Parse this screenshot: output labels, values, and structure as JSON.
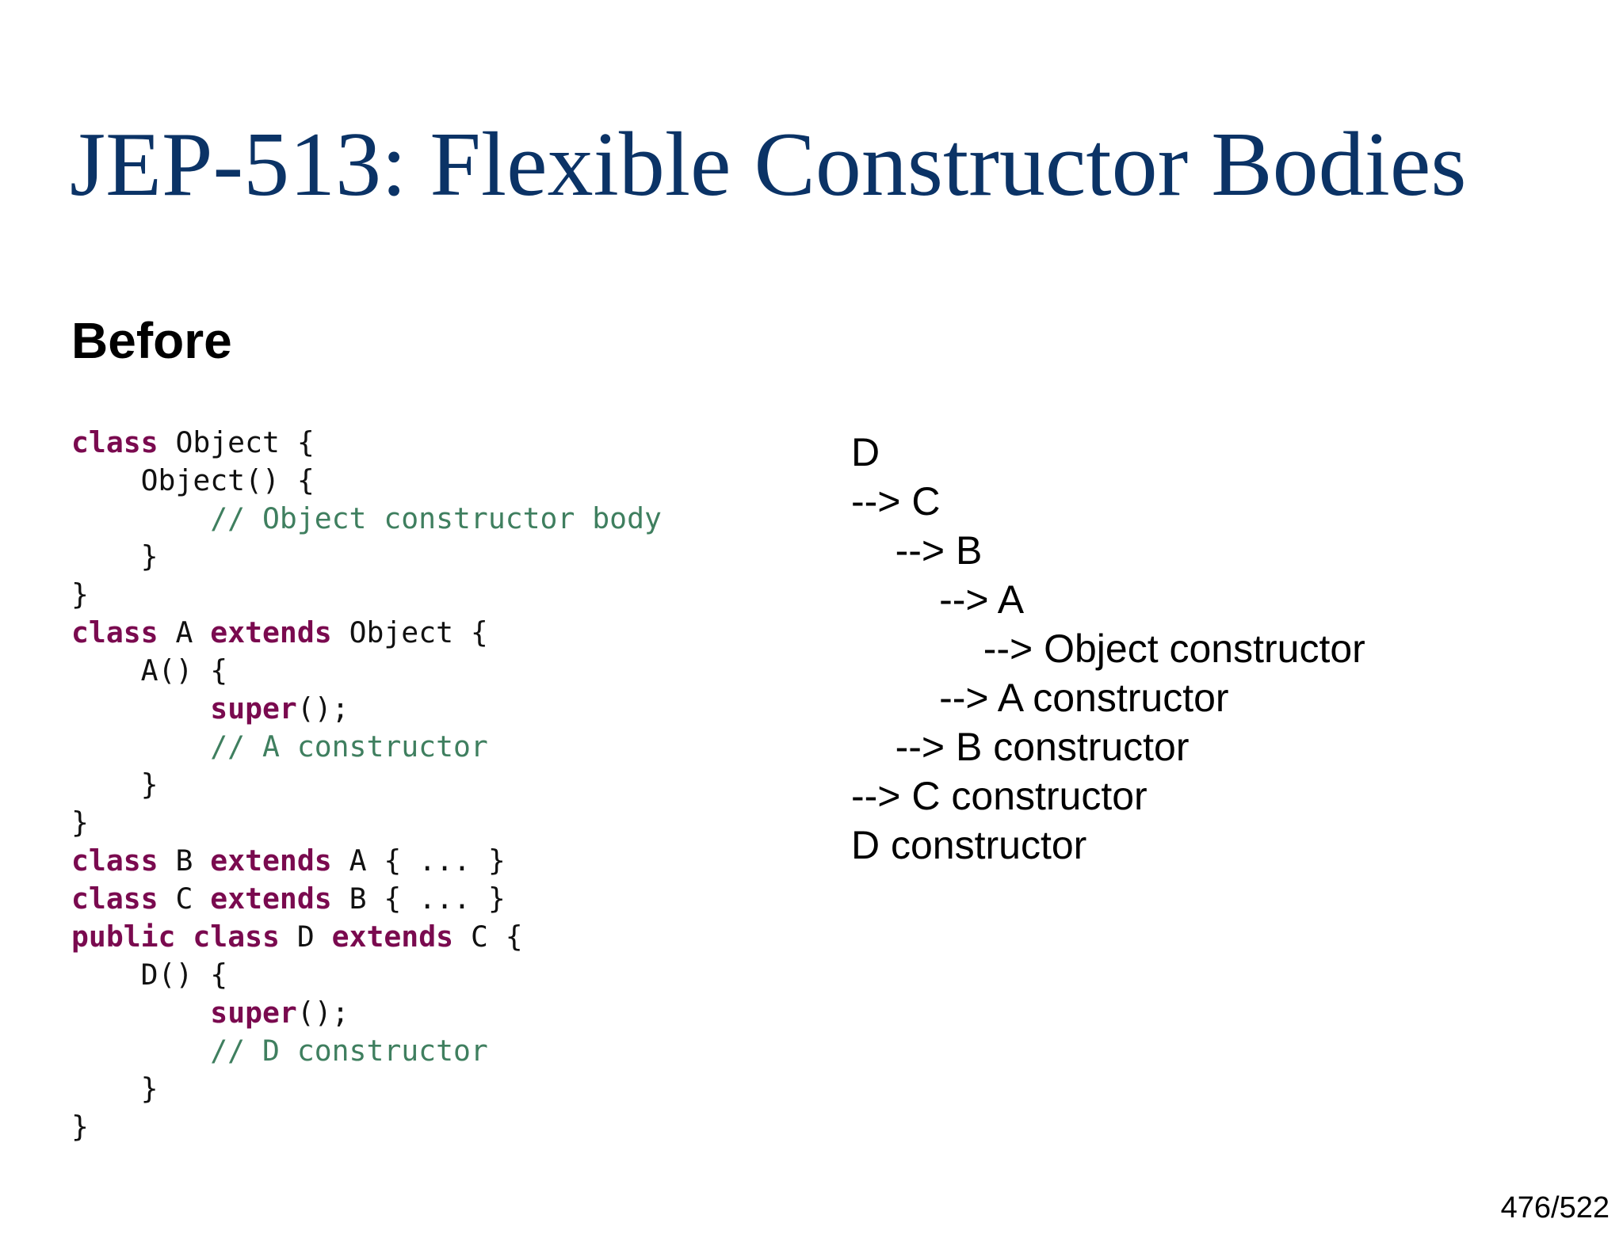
{
  "slide": {
    "title": "JEP-513: Flexible Constructor Bodies",
    "heading": "Before",
    "page_number": "476/522"
  },
  "code": {
    "lines": [
      [
        {
          "t": "class",
          "k": "kw"
        },
        {
          "t": " Object {",
          "k": "plain"
        }
      ],
      [
        {
          "t": "    Object() {",
          "k": "plain"
        }
      ],
      [
        {
          "t": "        // Object constructor body",
          "k": "comment"
        }
      ],
      [
        {
          "t": "    }",
          "k": "plain"
        }
      ],
      [
        {
          "t": "}",
          "k": "plain"
        }
      ],
      [
        {
          "t": "class",
          "k": "kw"
        },
        {
          "t": " A ",
          "k": "plain"
        },
        {
          "t": "extends",
          "k": "kw"
        },
        {
          "t": " Object {",
          "k": "plain"
        }
      ],
      [
        {
          "t": "    A() {",
          "k": "plain"
        }
      ],
      [
        {
          "t": "        ",
          "k": "plain"
        },
        {
          "t": "super",
          "k": "kw"
        },
        {
          "t": "();",
          "k": "plain"
        }
      ],
      [
        {
          "t": "        // A constructor",
          "k": "comment"
        }
      ],
      [
        {
          "t": "    }",
          "k": "plain"
        }
      ],
      [
        {
          "t": "}",
          "k": "plain"
        }
      ],
      [
        {
          "t": "class",
          "k": "kw"
        },
        {
          "t": " B ",
          "k": "plain"
        },
        {
          "t": "extends",
          "k": "kw"
        },
        {
          "t": " A { ... }",
          "k": "plain"
        }
      ],
      [
        {
          "t": "class",
          "k": "kw"
        },
        {
          "t": " C ",
          "k": "plain"
        },
        {
          "t": "extends",
          "k": "kw"
        },
        {
          "t": " B { ... }",
          "k": "plain"
        }
      ],
      [
        {
          "t": "public",
          "k": "kw"
        },
        {
          "t": " ",
          "k": "plain"
        },
        {
          "t": "class",
          "k": "kw"
        },
        {
          "t": " D ",
          "k": "plain"
        },
        {
          "t": "extends",
          "k": "kw"
        },
        {
          "t": " C {",
          "k": "plain"
        }
      ],
      [
        {
          "t": "    D() {",
          "k": "plain"
        }
      ],
      [
        {
          "t": "        ",
          "k": "plain"
        },
        {
          "t": "super",
          "k": "kw"
        },
        {
          "t": "();",
          "k": "plain"
        }
      ],
      [
        {
          "t": "        // D constructor",
          "k": "comment"
        }
      ],
      [
        {
          "t": "    }",
          "k": "plain"
        }
      ],
      [
        {
          "t": "}",
          "k": "plain"
        }
      ]
    ]
  },
  "call_chain": [
    "D",
    "--> C",
    "    --> B",
    "        --> A",
    "            --> Object constructor",
    "        --> A constructor",
    "    --> B constructor",
    "--> C constructor",
    "D constructor"
  ],
  "colors": {
    "title": "#0b3366",
    "keyword": "#7a0a4f",
    "comment": "#3f7f5f",
    "text": "#111111"
  }
}
